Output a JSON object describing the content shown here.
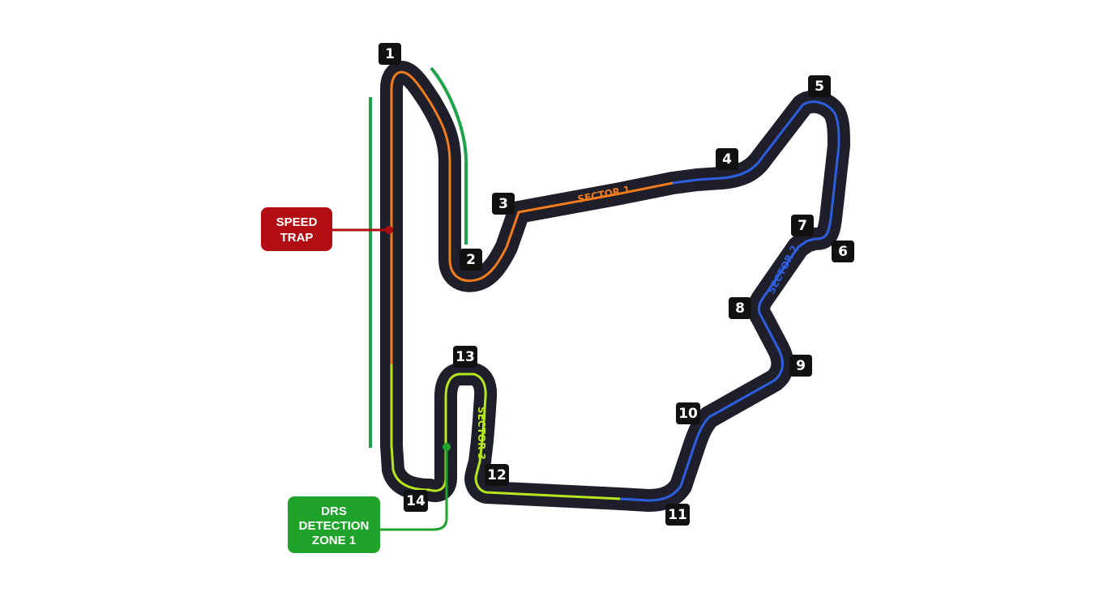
{
  "colors": {
    "track": "#1e1f2b",
    "sector1": "#f07c1b",
    "sector2": "#2e5fe0",
    "sector3": "#b6e61e",
    "drs_zone": "#1fa34a",
    "speed_trap": "#b10d12",
    "drs_callout": "#1fa32b",
    "turn_badge": "#111111"
  },
  "turns": [
    {
      "number": "1"
    },
    {
      "number": "2"
    },
    {
      "number": "3"
    },
    {
      "number": "4"
    },
    {
      "number": "5"
    },
    {
      "number": "6"
    },
    {
      "number": "7"
    },
    {
      "number": "8"
    },
    {
      "number": "9"
    },
    {
      "number": "10"
    },
    {
      "number": "11"
    },
    {
      "number": "12"
    },
    {
      "number": "13"
    },
    {
      "number": "14"
    }
  ],
  "sectors": [
    {
      "label": "SECTOR 1",
      "color_key": "sector1"
    },
    {
      "label": "SECTOR 2",
      "color_key": "sector2"
    },
    {
      "label": "SECTOR 3",
      "color_key": "sector3"
    }
  ],
  "callouts": {
    "speed_trap": {
      "lines": [
        "SPEED",
        "TRAP"
      ]
    },
    "drs_detection": {
      "lines": [
        "DRS",
        "DETECTION",
        "ZONE 1"
      ]
    }
  }
}
